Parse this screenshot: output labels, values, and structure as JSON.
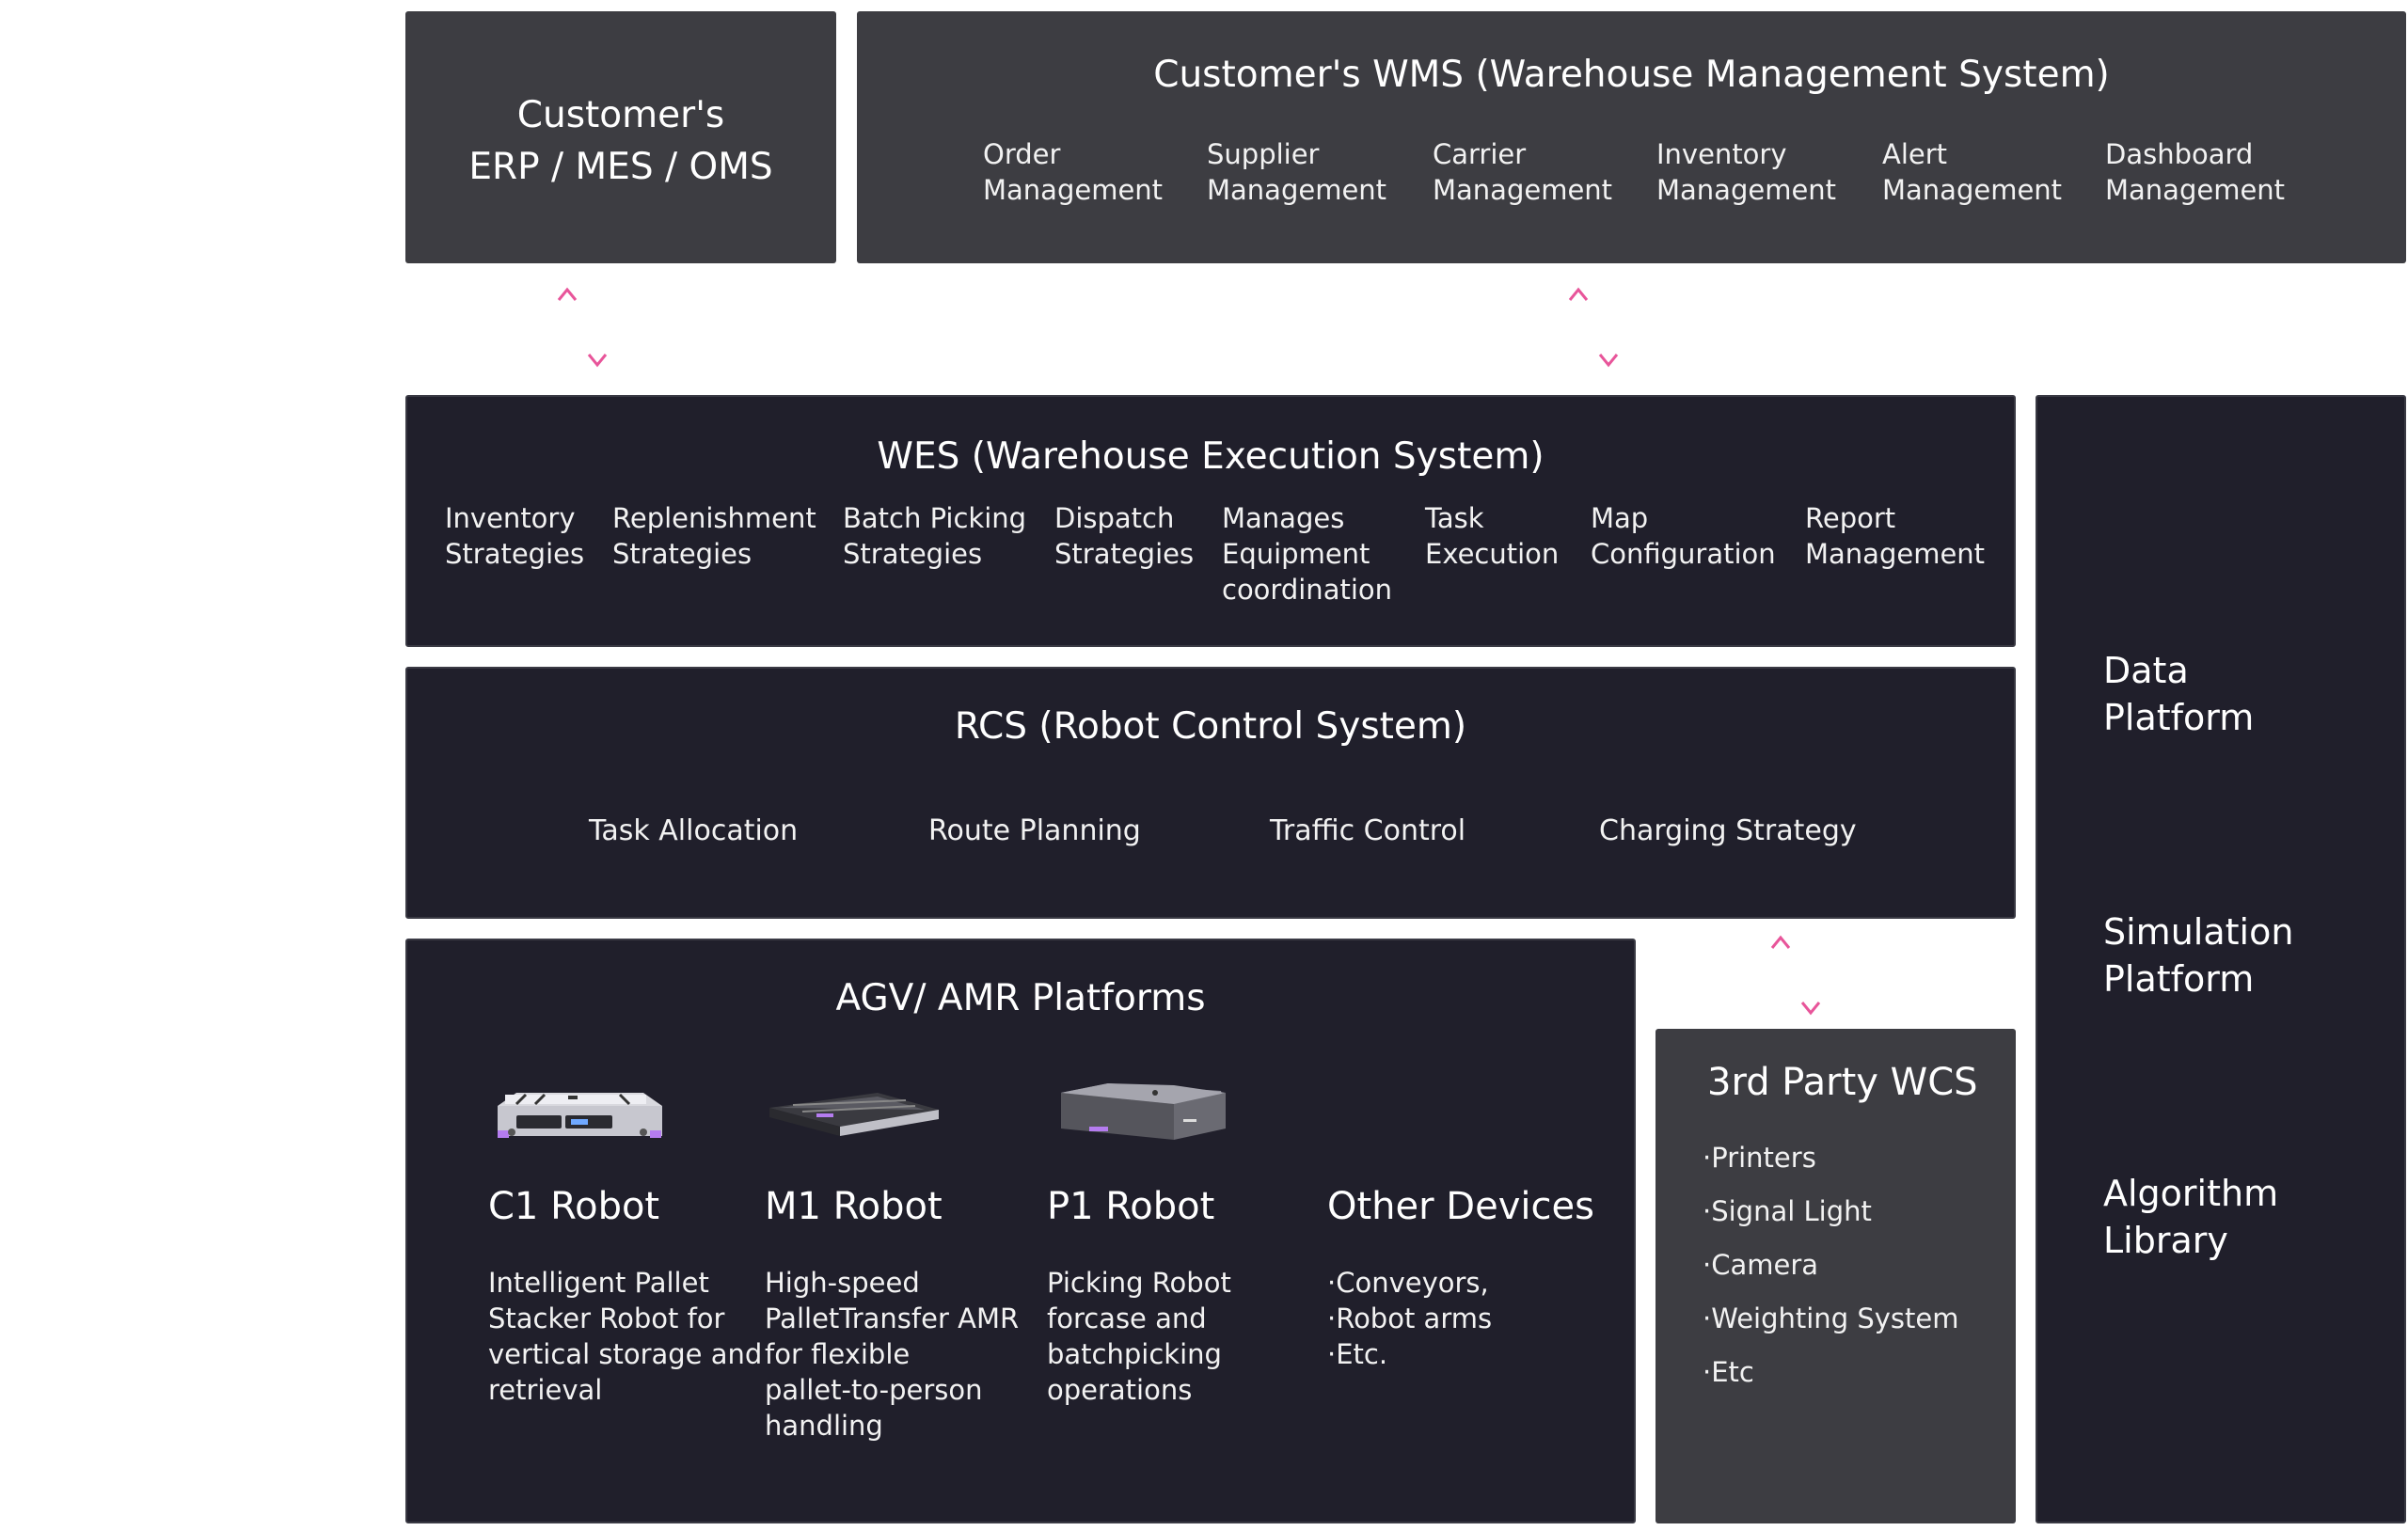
{
  "erp": {
    "title_line1": "Customer's",
    "title_line2": "ERP / MES / OMS"
  },
  "wms": {
    "title": "Customer's WMS (Warehouse Management System)",
    "items": [
      "Order\nManagement",
      "Supplier\nManagement",
      "Carrier\nManagement",
      "Inventory\nManagement",
      "Alert\nManagement",
      "Dashboard\nManagement"
    ]
  },
  "wes": {
    "title": "WES (Warehouse Execution System)",
    "items": [
      "Inventory\nStrategies",
      "Replenishment\nStrategies",
      "Batch Picking\nStrategies",
      "Dispatch\nStrategies",
      "Manages\nEquipment\ncoordination",
      "Task\nExecution",
      "Map\nConfiguration",
      "Report\nManagement"
    ]
  },
  "rcs": {
    "title": "RCS (Robot Control System)",
    "items": [
      "Task Allocation",
      "Route Planning",
      "Traffic Control",
      "Charging Strategy"
    ]
  },
  "agv": {
    "title": "AGV/ AMR Platforms",
    "robots": [
      {
        "name": "C1 Robot",
        "desc": "Intelligent Pallet\nStacker Robot for\nvertical storage and\nretrieval",
        "icon": "c1-robot-image"
      },
      {
        "name": "M1 Robot",
        "desc": "High-speed\nPalletTransfer AMR\nfor flexible\npallet-to-person\nhandling",
        "icon": "m1-robot-image"
      },
      {
        "name": "P1 Robot",
        "desc": "Picking Robot\nforcase and\nbatchpicking\noperations",
        "icon": "p1-robot-image"
      },
      {
        "name": "Other Devices",
        "desc": "·Conveyors,\n·Robot arms\n·Etc."
      }
    ]
  },
  "wcs": {
    "title": "3rd Party WCS",
    "items": [
      "·Printers",
      "·Signal Light",
      "·Camera",
      "·Weighting System",
      "·Etc"
    ]
  },
  "side": {
    "items": [
      "Data\nPlatform",
      "Simulation\nPlatform",
      "Algorithm\nLibrary"
    ]
  },
  "colors": {
    "gray_box": "#3d3d42",
    "dark_box": "#201f2b",
    "arrow_up": "#e8559a",
    "arrow_up_tail": "#3fa0e8",
    "accent_purple": "#b57cf0"
  }
}
